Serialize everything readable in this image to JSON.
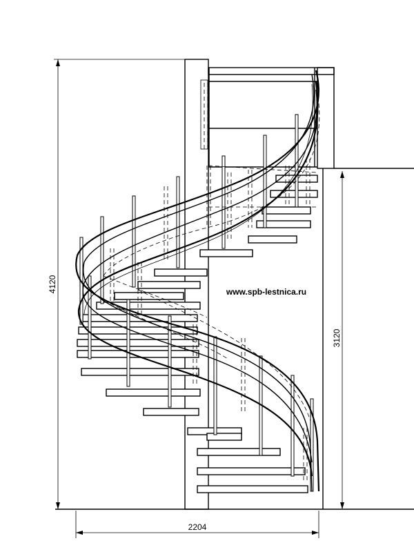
{
  "watermark": {
    "url": "www.spb-lestnica.ru"
  },
  "dimensions": {
    "total_height": "4120",
    "floor_height": "3120",
    "width": "2204"
  }
}
